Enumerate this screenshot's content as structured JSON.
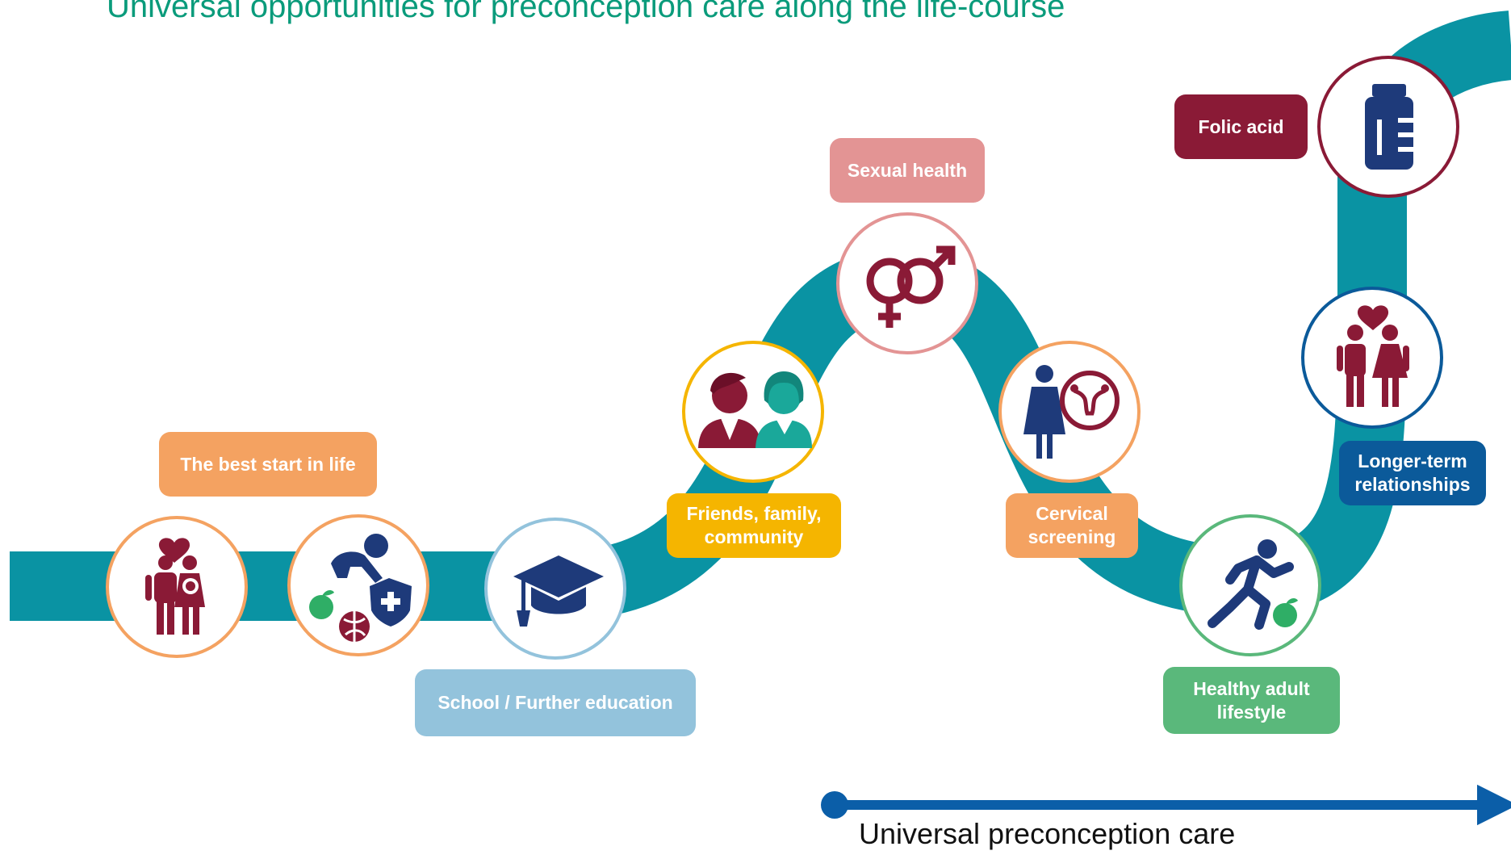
{
  "title": "Universal opportunities for preconception care along the life-course",
  "colors": {
    "road": "#0a93a3",
    "title": "#0a9b7b",
    "orange": "#f4a261",
    "light_blue": "#93c3dc",
    "yellow": "#f5b500",
    "pink": "#e39494",
    "dark_red": "#8a1a36",
    "navy": "#0b5a9a",
    "green": "#5ab87b",
    "arrow": "#0b5ea8",
    "icon_red": "#8a1a36",
    "icon_navy": "#1e3a7a",
    "icon_teal": "#1aa89a"
  },
  "stages": [
    {
      "label": "The best start in life",
      "icon": "family-with-baby-icon"
    },
    {
      "label": "",
      "icon": "child-playing-icon"
    },
    {
      "label": "School / Further education",
      "icon": "graduation-cap-icon"
    },
    {
      "label": "Friends, family, community",
      "icon": "friends-icon"
    },
    {
      "label": "Sexual health",
      "icon": "gender-symbols-icon"
    },
    {
      "label": "Cervical screening",
      "icon": "cervical-screening-icon"
    },
    {
      "label": "Healthy adult lifestyle",
      "icon": "runner-icon"
    },
    {
      "label": "Longer-term relationships",
      "icon": "couple-icon"
    },
    {
      "label": "Folic acid",
      "icon": "supplement-bottle-icon"
    }
  ],
  "footer": {
    "label": "Universal preconception care"
  }
}
